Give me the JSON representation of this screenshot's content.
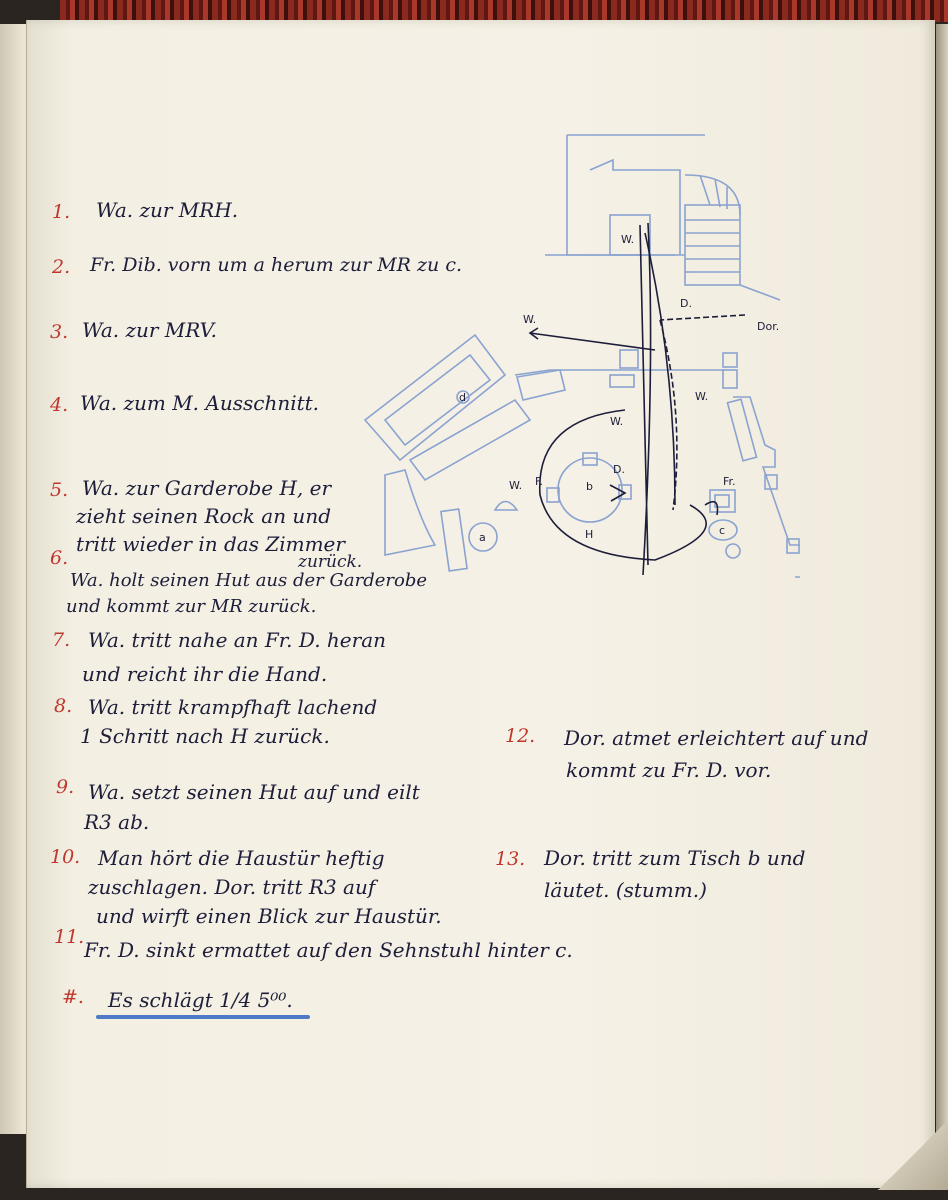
{
  "entries": [
    {
      "number": "1.",
      "lines": [
        "Wa. zur MRH."
      ]
    },
    {
      "number": "2.",
      "lines": [
        "Fr. Dib. vorn um a herum zur MR zu c."
      ]
    },
    {
      "number": "3.",
      "lines": [
        "Wa. zur MRV."
      ]
    },
    {
      "number": "4.",
      "lines": [
        "Wa. zum M. Ausschnitt."
      ]
    },
    {
      "number": "5.",
      "lines": [
        "Wa. zur Garderobe H, er",
        "zieht seinen Rock an und",
        "tritt wieder in das Zimmer",
        "zurück."
      ]
    },
    {
      "number": "6.",
      "lines": [
        "Wa. holt seinen Hut aus der Garderobe",
        "und kommt zur MR zurück."
      ]
    },
    {
      "number": "7.",
      "lines": [
        "Wa. tritt nahe an Fr. D. heran",
        "und reicht ihr die Hand."
      ]
    },
    {
      "number": "8.",
      "lines": [
        "Wa. tritt krampfhaft lachend",
        "1 Schritt nach H zurück."
      ]
    },
    {
      "number": "9.",
      "lines": [
        "Wa. setzt seinen Hut auf und eilt",
        "R3 ab."
      ]
    },
    {
      "number": "10.",
      "lines": [
        "Man hört die Haustür heftig",
        "zuschlagen. Dor. tritt R3 auf",
        "und wirft einen Blick zur Haustür."
      ]
    },
    {
      "number": "11.",
      "lines": [
        "Fr. D. sinkt ermattet auf den Sehnstuhl hinter c."
      ]
    },
    {
      "number": "12.",
      "lines": [
        "Dor. atmet erleichtert auf und",
        "kommt zu Fr. D. vor."
      ]
    },
    {
      "number": "13.",
      "lines": [
        "Dor. tritt zum Tisch b und",
        "läutet. (stumm.)"
      ]
    },
    {
      "number": "#.",
      "lines": [
        "Es schlägt 1/4 5⁰⁰."
      ]
    }
  ],
  "plan_labels": {
    "w_top": "W.",
    "w_left": "W.",
    "d_arrow": "D.",
    "dor": "Dor.",
    "w_right": "W.",
    "w_mid": "W.",
    "w_lower": "W.",
    "f_table": "F.",
    "d_table": "D.",
    "fr": "Fr.",
    "table_b": "b",
    "chair_a": "a",
    "chair_c": "c",
    "chair_d": "d",
    "table_mark": "H"
  },
  "colors": {
    "ink": "#1e1d3a",
    "numbers": "#c0372c",
    "plan": "#8aa3d0",
    "underline": "#4f7ac7"
  }
}
